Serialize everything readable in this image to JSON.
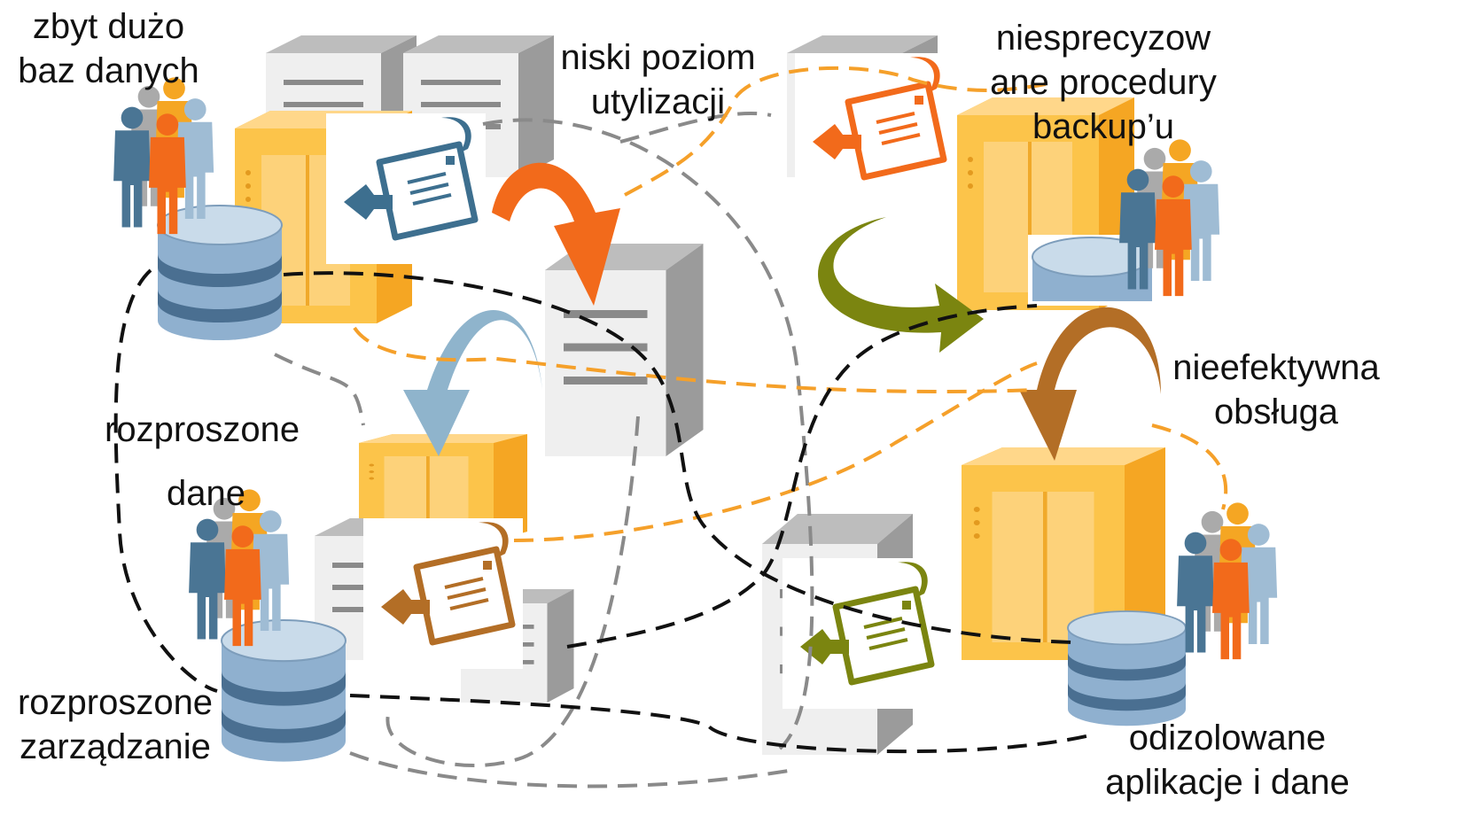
{
  "labels": {
    "too_many_db": [
      "zbyt dużo",
      "baz danych"
    ],
    "low_utilization": [
      "niski poziom",
      "utylizacji"
    ],
    "backup": [
      "niesprecyzow",
      "ane procedury",
      "backup’u"
    ],
    "ineffective": [
      "nieefektywna",
      "obsługa"
    ],
    "scattered_data": [
      "rozproszone",
      "dane"
    ],
    "scattered_mgmt": [
      "rozproszone",
      "zarządzanie"
    ],
    "isolated": [
      "odizolowane",
      "aplikacje i dane"
    ]
  },
  "colors": {
    "server_gray_front": "#efefef",
    "server_gray_side": "#9b9b9b",
    "server_yellow_front": "#fcc44a",
    "server_yellow_side": "#f5a623",
    "db_blue": "#8fb0cf",
    "db_band": "#4a6f91",
    "arrow_orange": "#f26a1b",
    "arrow_blue": "#8fb4cc",
    "arrow_olive": "#7b8510",
    "arrow_brown": "#b36e26",
    "mail_blue": "#3d6f8f",
    "mail_orange": "#f26a1b",
    "mail_brown": "#b36e26",
    "mail_olive": "#7b8510",
    "line_gray": "#8a8a8a",
    "line_orange": "#f5a02a",
    "line_black": "#111111"
  },
  "icons": [
    "server-icon",
    "database-icon",
    "people-icon",
    "mail-icon",
    "curved-arrow-icon"
  ]
}
